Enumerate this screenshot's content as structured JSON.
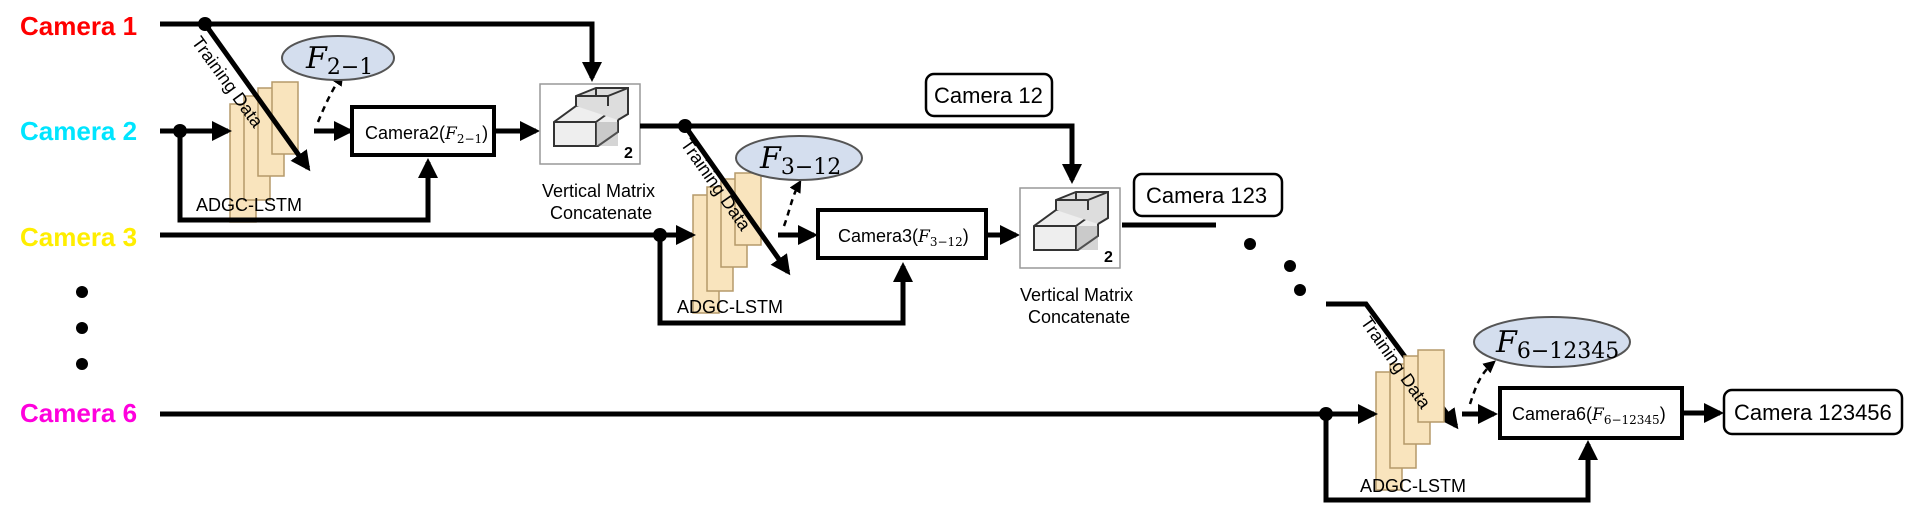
{
  "cameras": {
    "c1": {
      "label": "Camera 1",
      "color": "#ff0000"
    },
    "c2": {
      "label": "Camera 2",
      "color": "#00e5ff"
    },
    "c3": {
      "label": "Camera 3",
      "color": "#ffee00"
    },
    "c6": {
      "label": "Camera 6",
      "color": "#ff00dd"
    }
  },
  "stages": [
    {
      "lstm_label": "ADGC-LSTM",
      "training_label": "Training Data",
      "feature": {
        "base": "F",
        "sub": "2−1"
      },
      "model": {
        "prefix": "Camera2(",
        "base": "F",
        "sub": "2−1",
        "suffix": ")"
      }
    },
    {
      "lstm_label": "ADGC-LSTM",
      "training_label": "Training Data",
      "feature": {
        "base": "F",
        "sub": "3−12"
      },
      "model": {
        "prefix": "Camera3(",
        "base": "F",
        "sub": "3−12",
        "suffix": ")"
      }
    },
    {
      "lstm_label": "ADGC-LSTM",
      "training_label": "Training Data",
      "feature": {
        "base": "F",
        "sub": "6−12345"
      },
      "model": {
        "prefix": "Camera6(",
        "base": "F",
        "sub": "6−12345",
        "suffix": ")"
      }
    }
  ],
  "concat": [
    {
      "line1": "Vertical Matrix",
      "line2": "Concatenate",
      "num": "2"
    },
    {
      "line1": "Vertical Matrix",
      "line2": "Concatenate",
      "num": "2"
    }
  ],
  "outputs": {
    "o12": "Camera 12",
    "o123": "Camera 123",
    "o123456": "Camera 123456"
  },
  "colors": {
    "lstm_fill": "#f9e4bd",
    "lstm_stroke": "#b59a6a",
    "feature_fill": "#d4deee",
    "feature_stroke": "#555555"
  }
}
